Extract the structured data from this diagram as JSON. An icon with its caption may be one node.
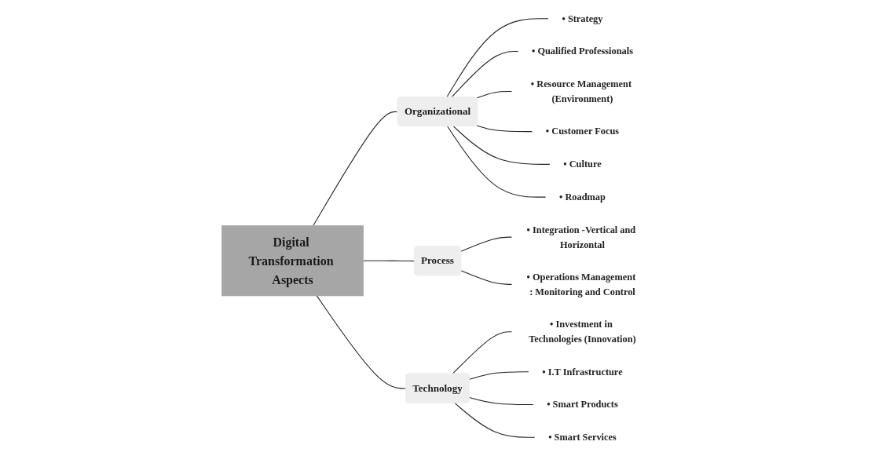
{
  "diagram": {
    "nodes": [
      {
        "text": [
          "Digital Transformation Aspects"
        ]
      },
      {
        "text": [
          "Organizational"
        ]
      },
      {
        "text": [
          "• Strategy"
        ]
      },
      {
        "text": [
          "• Qualified Professionals"
        ]
      },
      {
        "text": [
          "• Resource Management (Environment)"
        ]
      },
      {
        "text": [
          "• Customer Focus"
        ]
      },
      {
        "text": [
          "• Culture"
        ]
      },
      {
        "text": [
          "• Roadmap"
        ]
      },
      {
        "text": [
          "Process"
        ]
      },
      {
        "text": [
          "• Integration -Vertical and Horizontal"
        ]
      },
      {
        "text": [
          "• Operations Management : Monitoring and Control"
        ]
      },
      {
        "text": [
          "Technology"
        ]
      },
      {
        "text": [
          "• Investment in Technologies (Innovation)"
        ]
      },
      {
        "text": [
          "• I.T Infrastructure"
        ]
      },
      {
        "text": [
          "• Smart Products"
        ]
      },
      {
        "text": [
          "• Smart Services"
        ]
      }
    ],
    "edges": [
      {
        "from": 0,
        "to": 1,
        "arrow": "none"
      },
      {
        "from": 1,
        "to": 2,
        "arrow": "none"
      },
      {
        "from": 1,
        "to": 3,
        "arrow": "none"
      },
      {
        "from": 1,
        "to": 4,
        "arrow": "none"
      },
      {
        "from": 1,
        "to": 5,
        "arrow": "none"
      },
      {
        "from": 1,
        "to": 6,
        "arrow": "none"
      },
      {
        "from": 1,
        "to": 7,
        "arrow": "none"
      },
      {
        "from": 0,
        "to": 8,
        "arrow": "none"
      },
      {
        "from": 8,
        "to": 9,
        "arrow": "none"
      },
      {
        "from": 8,
        "to": 10,
        "arrow": "none"
      },
      {
        "from": 0,
        "to": 11,
        "arrow": "none"
      },
      {
        "from": 11,
        "to": 12,
        "arrow": "none"
      },
      {
        "from": 11,
        "to": 13,
        "arrow": "none"
      },
      {
        "from": 11,
        "to": 14,
        "arrow": "none"
      },
      {
        "from": 11,
        "to": 15,
        "arrow": "none"
      }
    ]
  }
}
